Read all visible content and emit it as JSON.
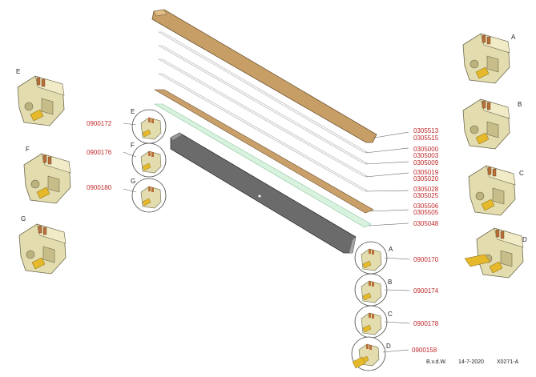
{
  "rail_part_numbers": [
    [
      "0305513",
      "0305515"
    ],
    [
      "0305000",
      "0305003"
    ],
    [
      "0305009"
    ],
    [
      "0305019",
      "0305020"
    ],
    [
      "0305028",
      "0305025"
    ],
    [
      "0305506",
      "0305505"
    ],
    [
      "0305048"
    ]
  ],
  "left_details": [
    {
      "letter": "E",
      "part": "0900172"
    },
    {
      "letter": "F",
      "part": "0900176"
    },
    {
      "letter": "G",
      "part": "0900180"
    }
  ],
  "right_details": [
    {
      "letter": "A",
      "part": "0900170"
    },
    {
      "letter": "B",
      "part": "0900174"
    },
    {
      "letter": "C",
      "part": "0900178"
    },
    {
      "letter": "D",
      "part": "0900158"
    }
  ],
  "big_views_left": [
    "E",
    "F",
    "G"
  ],
  "big_views_right": [
    "A",
    "B",
    "C",
    "D"
  ],
  "footer": {
    "author": "B.v.d.W.",
    "date": "14-7-2020",
    "drawing": "X0271-A"
  }
}
